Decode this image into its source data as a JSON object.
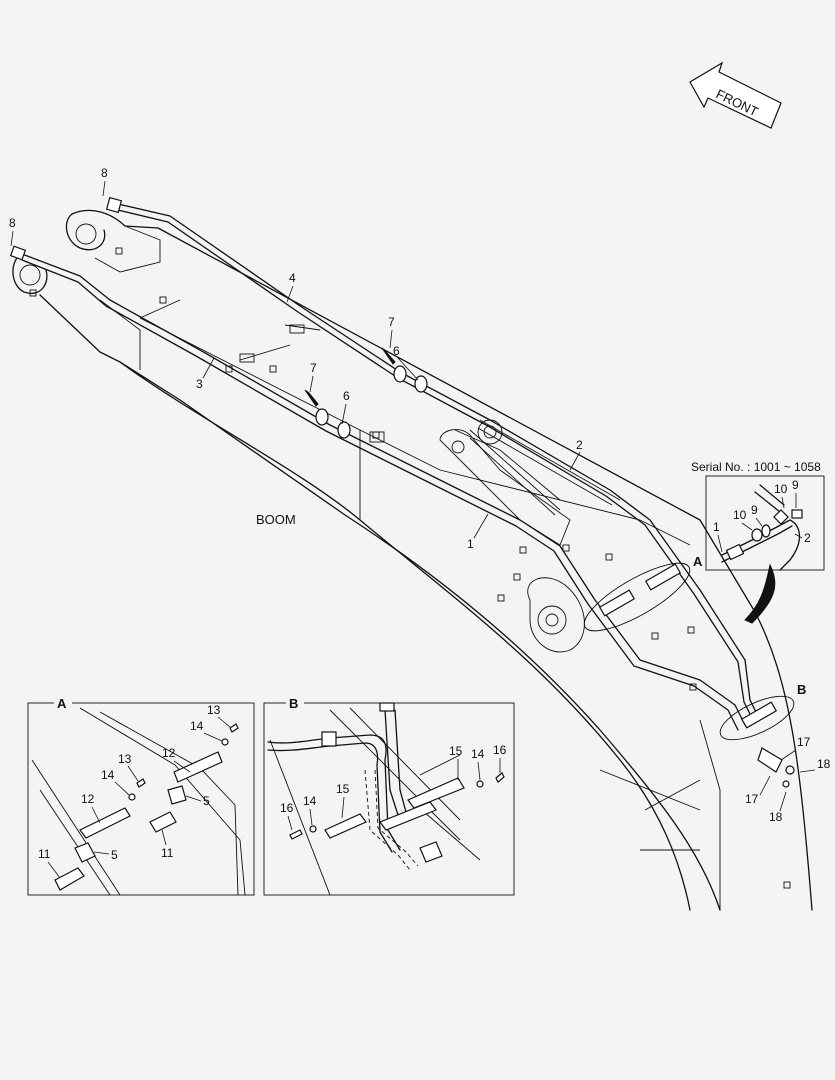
{
  "front_arrow": {
    "label": "FRONT"
  },
  "main": {
    "boom_label": "BOOM",
    "callouts": {
      "p1": "1",
      "p2": "2",
      "p3": "3",
      "p4": "4",
      "p6a": "6",
      "p6b": "6",
      "p7a": "7",
      "p7b": "7",
      "p8a": "8",
      "p8b": "8",
      "p17a": "17",
      "p17b": "17",
      "p18a": "18",
      "p18b": "18"
    },
    "detail_markers": {
      "a": "A",
      "b": "B"
    }
  },
  "serial_inset": {
    "caption": "Serial No. : 1001 ~ 1058",
    "callouts": {
      "p1": "1",
      "p2": "2",
      "p9a": "9",
      "p9b": "9",
      "p10a": "10",
      "p10b": "10"
    }
  },
  "detail_a": {
    "title": "A",
    "callouts": {
      "p13a": "13",
      "p13b": "13",
      "p14a": "14",
      "p14b": "14",
      "p12a": "12",
      "p12b": "12",
      "p5a": "5",
      "p5b": "5",
      "p11a": "11",
      "p11b": "11"
    }
  },
  "detail_b": {
    "title": "B",
    "callouts": {
      "p15a": "15",
      "p15b": "15",
      "p14a": "14",
      "p14b": "14",
      "p16a": "16",
      "p16b": "16"
    }
  }
}
